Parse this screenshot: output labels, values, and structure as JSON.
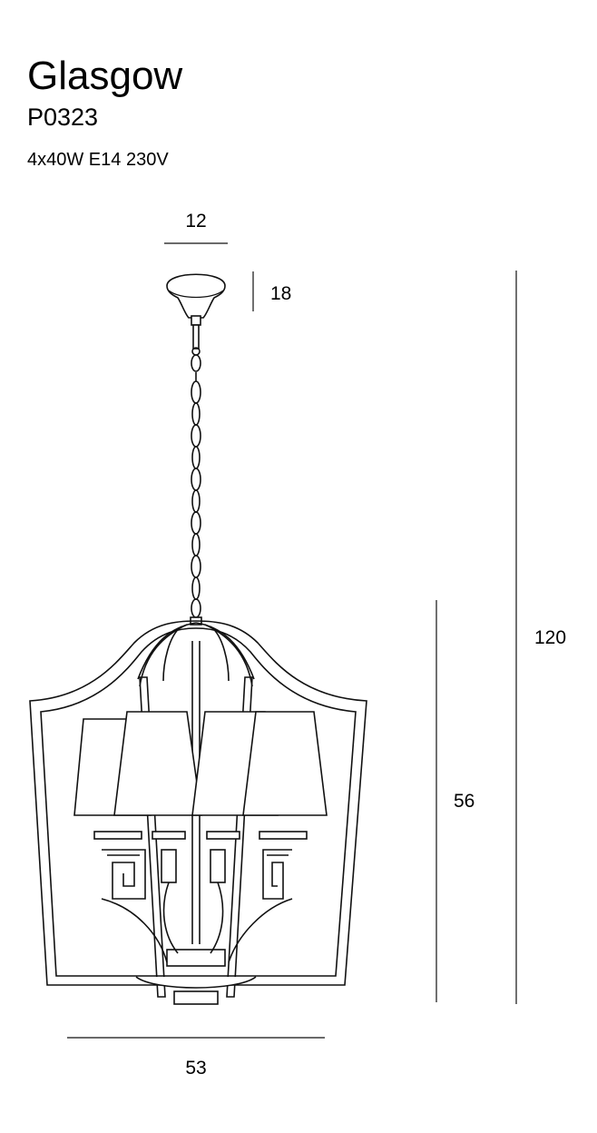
{
  "product": {
    "name": "Glasgow",
    "code": "P0323",
    "spec": "4x40W  E14  230V"
  },
  "dimensions": {
    "canopy_width": "12",
    "canopy_height": "18",
    "total_height": "120",
    "body_height": "56",
    "body_width": "53"
  },
  "colors": {
    "line": "#111111",
    "background": "#ffffff"
  }
}
